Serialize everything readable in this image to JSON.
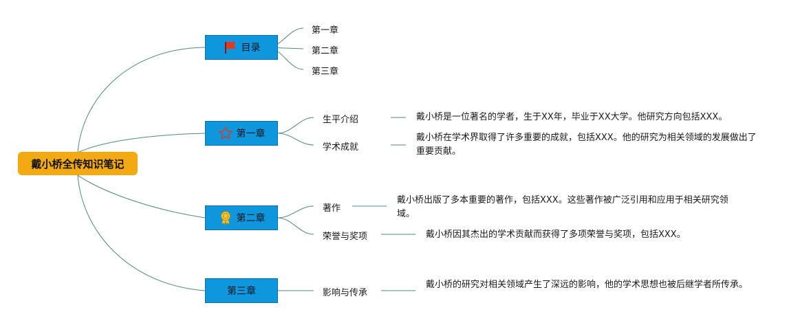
{
  "root": {
    "label": "戴小桥全传知识笔记",
    "color": "#f3aa12"
  },
  "branches": [
    {
      "label": "目录",
      "icon": "red-flag-icon",
      "leaves": [
        "第一章",
        "第二章",
        "第三章"
      ]
    },
    {
      "label": "第一章",
      "icon": "star-icon",
      "topics": [
        {
          "label": "生平介绍",
          "note": "戴小桥是一位著名的学者，生于XX年，毕业于XX大学。他研究方向包括XXX。"
        },
        {
          "label": "学术成就",
          "note": "戴小桥在学术界取得了许多重要的成就，包括XXX。他的研究为相关领域的发展做出了重要贡献。"
        }
      ]
    },
    {
      "label": "第二章",
      "icon": "award-ribbon-icon",
      "topics": [
        {
          "label": "著作",
          "note": "戴小桥出版了多本重要的著作，包括XXX。这些著作被广泛引用和应用于相关研究领域。"
        },
        {
          "label": "荣誉与奖项",
          "note": "戴小桥因其杰出的学术贡献而获得了多项荣誉与奖项，包括XXX。"
        }
      ]
    },
    {
      "label": "第三章",
      "icon": "",
      "topics": [
        {
          "label": "影响与传承",
          "note": "戴小桥的研究对相关领域产生了深远的影响，他的学术思想也被后继学者所传承。"
        }
      ]
    }
  ],
  "colors": {
    "branch_fill": "#0f97de",
    "connector": "#4f8a72"
  }
}
